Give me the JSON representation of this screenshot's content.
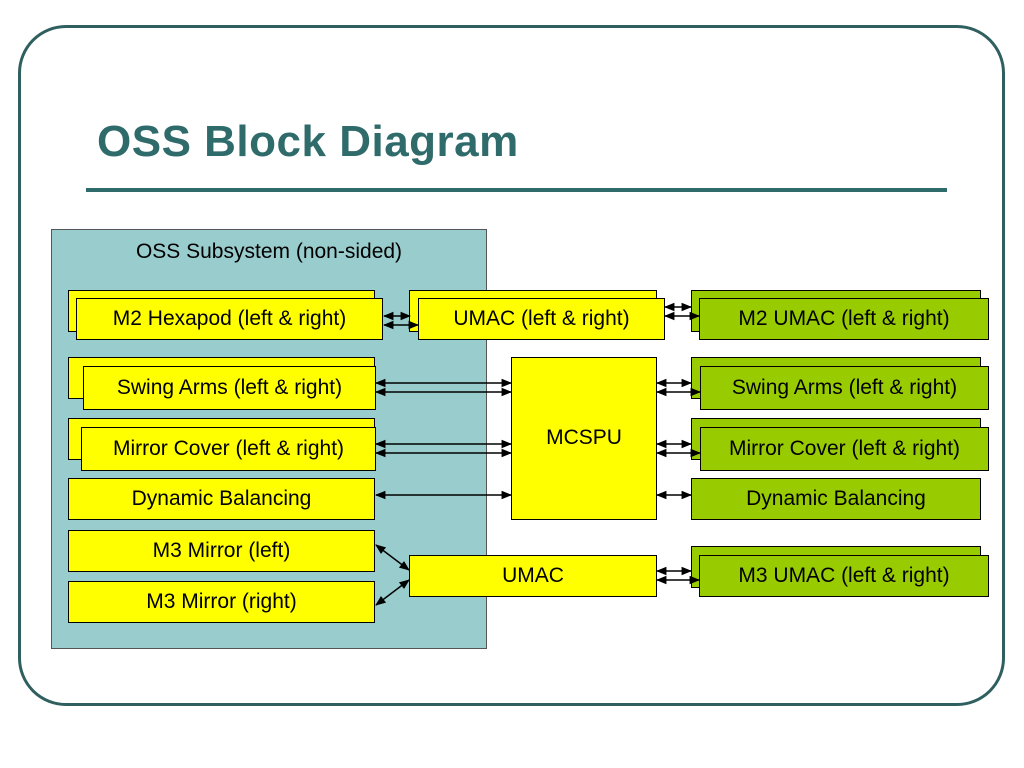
{
  "title": "OSS Block Diagram",
  "colors": {
    "frame": "#2f5f5e",
    "title": "#2e6b6a",
    "subsystem_bg": "#99cccc",
    "yellow": "#ffff00",
    "green": "#99cc00"
  },
  "subsystem": {
    "label": "OSS Subsystem (non-sided)"
  },
  "left_boxes": {
    "m2_hexapod": "M2 Hexapod (left & right)",
    "swing_arms": "Swing Arms (left & right)",
    "mirror_cover": "Mirror Cover (left & right)",
    "dynamic_balancing": "Dynamic Balancing",
    "m3_mirror_left": "M3 Mirror (left)",
    "m3_mirror_right": "M3 Mirror (right)"
  },
  "middle_boxes": {
    "umac_lr": "UMAC (left & right)",
    "mcspu": "MCSPU",
    "umac": "UMAC"
  },
  "right_boxes": {
    "m2_umac": "M2 UMAC (left & right)",
    "swing_arms": "Swing Arms (left & right)",
    "mirror_cover": "Mirror Cover (left & right)",
    "dynamic_balancing": "Dynamic Balancing",
    "m3_umac": "M3 UMAC (left & right)"
  },
  "connections": [
    {
      "from": "m2-hexapod",
      "to": "umac-left-right"
    },
    {
      "from": "umac-left-right",
      "to": "m2-umac"
    },
    {
      "from": "swing-arms",
      "to": "mcspu"
    },
    {
      "from": "mirror-cover",
      "to": "mcspu"
    },
    {
      "from": "dynamic-balancing",
      "to": "mcspu"
    },
    {
      "from": "mcspu",
      "to": "swing-arms-remote"
    },
    {
      "from": "mcspu",
      "to": "mirror-cover-remote"
    },
    {
      "from": "mcspu",
      "to": "dynamic-balancing-remote"
    },
    {
      "from": "m3-mirror-left",
      "to": "umac"
    },
    {
      "from": "m3-mirror-right",
      "to": "umac"
    },
    {
      "from": "umac",
      "to": "m3-umac"
    }
  ]
}
